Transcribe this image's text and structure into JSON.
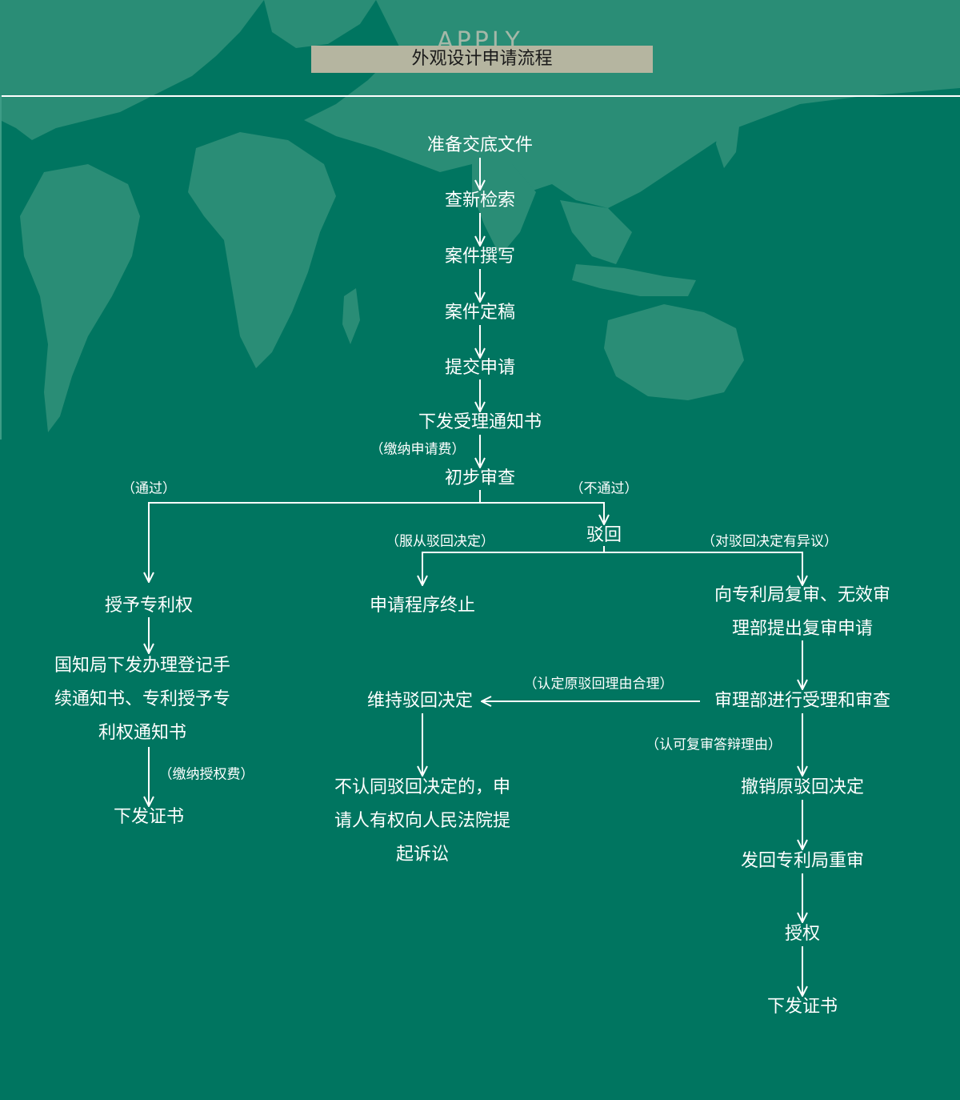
{
  "header": {
    "watermark": "APPLY",
    "title": "外观设计申请流程"
  },
  "colors": {
    "background": "#007560",
    "map_land": "#2a8d76",
    "title_band": "#b5b5a0",
    "line": "#ffffff"
  },
  "flow": {
    "main": [
      "准备交底文件",
      "查新检索",
      "案件撰写",
      "案件定稿",
      "提交申请",
      "下发受理通知书",
      "初步审查"
    ],
    "fee_note": "（缴纳申请费）",
    "pass_label": "（通过）",
    "fail_label": "（不通过）",
    "reject": "驳回",
    "accept_label": "（服从驳回决定）",
    "object_label": "（对驳回决定有异议）",
    "grant_branch": {
      "grant": "授予专利权",
      "notice_lines": [
        "国知局下发办理登记手",
        "续通知书、专利授予专",
        "利权通知书"
      ],
      "fee_note": "（缴纳授权费）",
      "certificate": "下发证书"
    },
    "terminate": "申请程序终止",
    "review_branch": {
      "request_lines": [
        "向专利局复审、无效审",
        "理部提出复审申请"
      ],
      "examine": "审理部进行受理和审查",
      "uphold_label": "（认定原驳回理由合理）",
      "uphold": "维持驳回决定",
      "lawsuit_lines": [
        "不认同驳回决定的，申",
        "请人有权向人民法院提",
        "起诉讼"
      ],
      "revoke_label": "（认可复审答辩理由）",
      "revoke": "撤销原驳回决定",
      "remand": "发回专利局重审",
      "grant": "授权",
      "certificate": "下发证书"
    }
  }
}
